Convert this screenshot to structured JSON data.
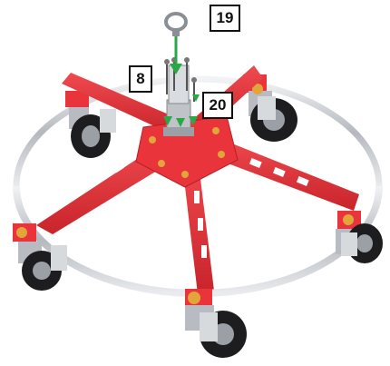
{
  "callouts": {
    "c19": "19",
    "c8": "8",
    "c20": "20"
  },
  "colors": {
    "frame": "#e8343a",
    "frame_dark": "#b81f26",
    "ring": "#c9ccd1",
    "tire": "#1d1d1f",
    "caster_metal": "#b8bcc2",
    "nut": "#e2a53a",
    "arrow": "#2aa845"
  },
  "icons": [
    "eye-bolt",
    "down-arrow",
    "screws",
    "caster-wheel",
    "ring",
    "star-base"
  ]
}
